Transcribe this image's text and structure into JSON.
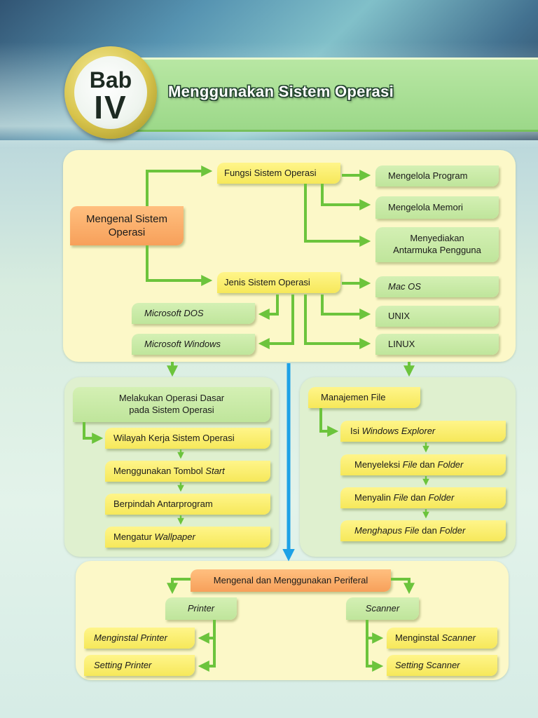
{
  "header": {
    "badge_top": "Bab",
    "badge_bottom": "IV",
    "title": "Menggunakan Sistem Operasi"
  },
  "section1": {
    "root": [
      "Mengenal Sistem",
      "Operasi"
    ],
    "fungsi": "Fungsi Sistem Operasi",
    "fungsi_items": [
      "Mengelola  Program",
      "Mengelola  Memori",
      [
        "Menyediakan",
        "Antarmuka Pengguna"
      ]
    ],
    "jenis": "Jenis Sistem Operasi",
    "jenis_right": [
      "Mac OS",
      "UNIX",
      "LINUX"
    ],
    "jenis_left": [
      "Microsoft DOS",
      "Microsoft Windows"
    ]
  },
  "section2": {
    "title": [
      "Melakukan Operasi Dasar",
      "pada Sistem Operasi"
    ],
    "items": [
      "Wilayah Kerja Sistem Operasi",
      {
        "plain": "Menggunakan Tombol ",
        "italic": "Start"
      },
      "Berpindah Antarprogram",
      {
        "plain": "Mengatur ",
        "italic": "Wallpaper"
      }
    ]
  },
  "section3": {
    "title": "Manajemen File",
    "item1": {
      "plain": "Isi ",
      "italic": "Windows Explorer"
    },
    "item2": {
      "a": "Menyeleksi ",
      "b": "File",
      "c": " dan ",
      "d": "Folder"
    },
    "item3": {
      "a": "Menyalin ",
      "b": "File",
      "c": " dan ",
      "d": "Folder"
    },
    "item4": {
      "a": "Menghapus File",
      "b": " dan ",
      "c": "Folder"
    }
  },
  "section4": {
    "title": "Mengenal dan Menggunakan Periferal",
    "printer": "Printer",
    "scanner": "Scanner",
    "printer_items": [
      {
        "plain": "Menginstal ",
        "italic": "Printer"
      },
      {
        "italic": "Setting Printer"
      }
    ],
    "scanner_items": [
      {
        "plain": "Menginstal ",
        "italic": "Scanner"
      },
      {
        "italic": "Setting Scanner"
      }
    ]
  },
  "colors": {
    "arrow_green": "#6cc43c",
    "arrow_blue": "#1da1e6",
    "panel_yellow": "#fcf8c8",
    "panel_green": "#dff0cf",
    "box_yellow": "#f6e85a",
    "box_green": "#bfe59b",
    "box_orange": "#f7a05a"
  }
}
